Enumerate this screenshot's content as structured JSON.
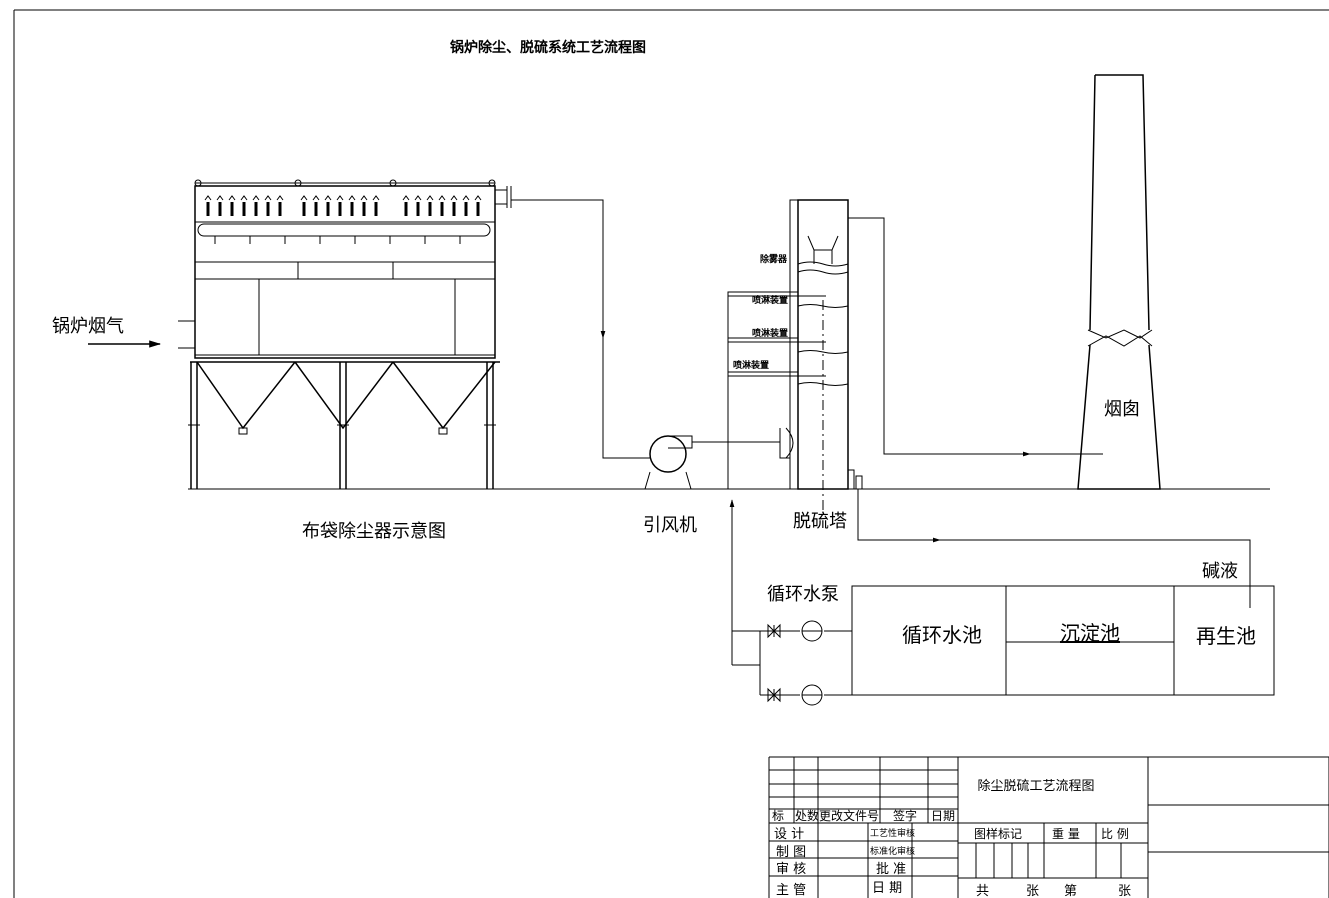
{
  "title": "锅炉除尘、脱硫系统工艺流程图",
  "labels": {
    "boiler_flue_gas": "锅炉烟气",
    "bag_filter": "布袋除尘器示意图",
    "induced_fan": "引风机",
    "desulfurization_tower": "脱硫塔",
    "chimney": "烟囱",
    "demister": "除雾器",
    "spray1": "喷淋装置",
    "spray2": "喷淋装置",
    "spray3": "喷淋装置",
    "alkali_liquid": "碱液",
    "circulating_pump": "循环水泵",
    "circulating_pool": "循环水池",
    "settling_pool": "沉淀池",
    "regeneration_pool": "再生池"
  },
  "title_block": {
    "drawing_name": "除尘脱硫工艺流程图",
    "col_mark": "标",
    "col_count": "处数",
    "col_doc": "更改文件号",
    "col_sign": "签字",
    "col_date": "日期",
    "design": "设 计",
    "draft": "制 图",
    "review": "审 核",
    "supervisor": "主 管",
    "process_review": "工艺性审核",
    "standard_review": "标准化审核",
    "approve": "批 准",
    "date": "日 期",
    "drawing_mark": "图样标记",
    "weight": "重 量",
    "scale": "比 例",
    "total": "共",
    "sheet1": "张",
    "nth": "第",
    "sheet2": "张"
  }
}
